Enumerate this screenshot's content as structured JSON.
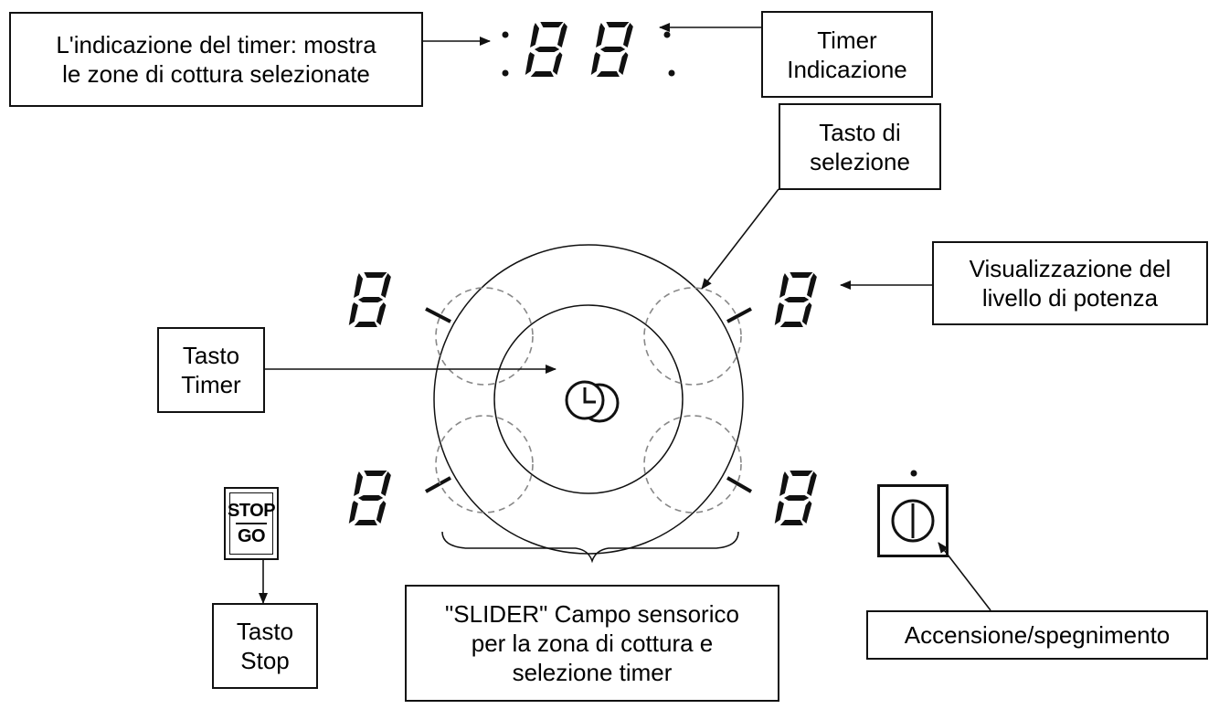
{
  "labels": {
    "timer_indication_desc": [
      "L'indicazione del timer: mostra",
      "le zone di cottura selezionate"
    ],
    "timer_indication": [
      "Timer",
      "Indicazione"
    ],
    "selection_key": [
      "Tasto di",
      "selezione"
    ],
    "power_level_display": [
      "Visualizzazione del",
      "livello di potenza"
    ],
    "timer_key": [
      "Tasto",
      "Timer"
    ],
    "stop_key": [
      "Tasto",
      "Stop"
    ],
    "slider_field": [
      "\"SLIDER\" Campo sensorico",
      "per la zona di cottura e",
      "selezione timer"
    ],
    "on_off": [
      "Accensione/spegnimento"
    ]
  },
  "stopgo": {
    "top": "STOP",
    "bottom": "GO"
  },
  "icons": {
    "timer": "clock-icon",
    "power": "power-icon",
    "stopgo": "stop-go-icon"
  },
  "colors": {
    "line": "#111111",
    "dashed": "#888888",
    "background": "#ffffff"
  }
}
